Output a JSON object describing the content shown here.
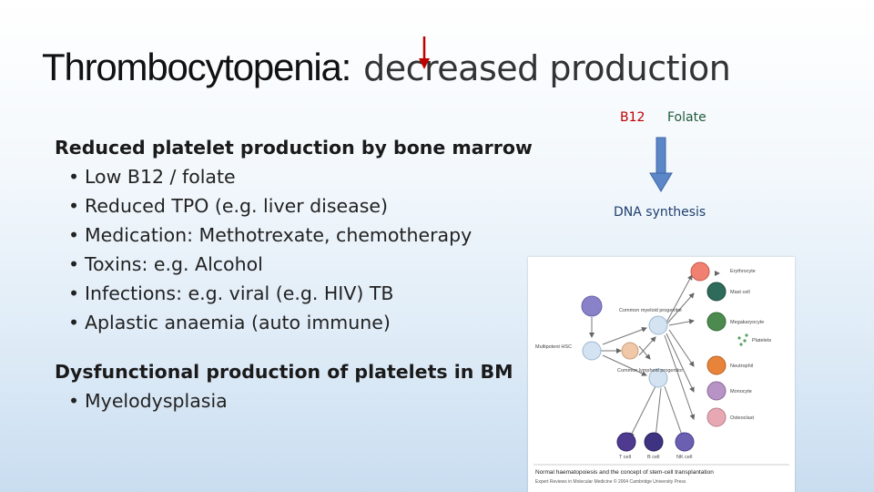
{
  "title": {
    "main": "Thrombocytopenia:",
    "rest": "decreased production"
  },
  "left": {
    "heading1": "Reduced platelet production by bone marrow",
    "bullets1": [
      "Low B12 / folate",
      "Reduced TPO (e.g. liver disease)",
      "Medication: Methotrexate, chemotherapy",
      "Toxins: e.g. Alcohol",
      "Infections: e.g. viral (e.g. HIV) TB",
      "Aplastic anaemia (auto immune)"
    ],
    "heading2": "Dysfunctional production of platelets in BM",
    "bullets2": [
      "Myelodysplasia"
    ]
  },
  "right": {
    "b12": "B12",
    "folate": "Folate",
    "dna": "DNA synthesis"
  },
  "figure": {
    "labels": {
      "hsc": "Multipotent HSC",
      "myeloid": "Common myeloid progenitor",
      "lymphoid": "Common lymphoid progenitor",
      "erythrocyte": "Erythrocyte",
      "mast": "Mast cell",
      "mega": "Megakaryocyte",
      "platelets": "Platelets",
      "neutrophil": "Neutrophil",
      "monocyte": "Monocyte",
      "osteoclast": "Osteoclast",
      "tcell": "T cell",
      "bcell": "B cell",
      "nkcell": "NK cell"
    },
    "caption": "Normal haematopoiesis and the concept of stem-cell transplantation",
    "credit": "Expert Reviews in Molecular Medicine © 2004 Cambridge University Press"
  },
  "colors": {
    "red": "#c00000",
    "arrow_blue": "#5b86c7"
  }
}
